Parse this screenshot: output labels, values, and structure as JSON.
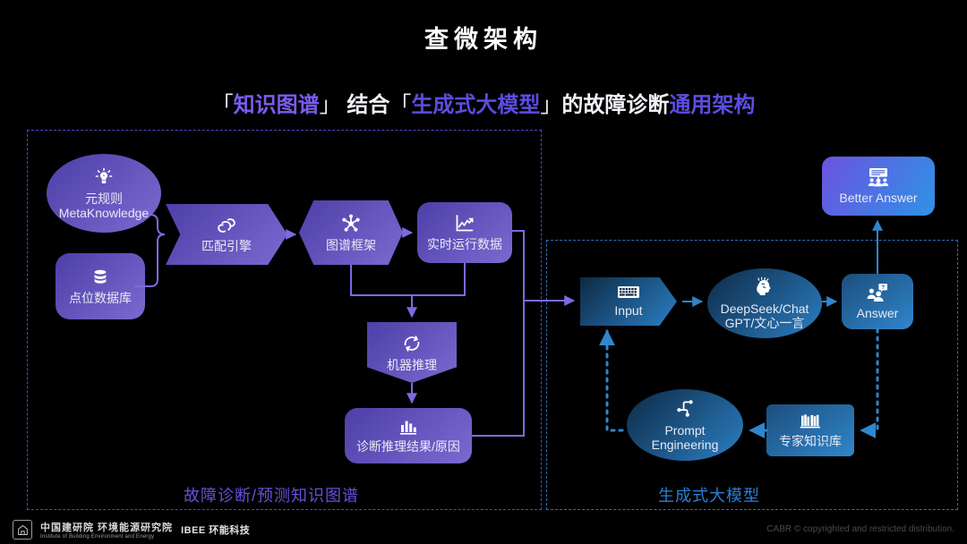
{
  "header": {
    "title": "查微架构",
    "subtitle": {
      "bracket_open_1": "「",
      "highlight_1": "知识图谱",
      "bracket_close_1": "」",
      "mid": "结合",
      "bracket_open_2": "「",
      "highlight_2": "生成式大模型",
      "bracket_close_2": "」",
      "tail": "的故障诊断",
      "highlight_3": "通用架构"
    }
  },
  "panels": {
    "left": {
      "label": "故障诊断/预测知识图谱",
      "border_color": "#5b3fd4"
    },
    "right": {
      "label": "生成式大模型",
      "border_color": "#2f6fb5"
    }
  },
  "nodes": {
    "meta_knowledge": {
      "line1": "元规则",
      "line2": "MetaKnowledge",
      "icon": "lightbulb-idea-icon",
      "shape": "ellipse",
      "color": "#5a4ab8"
    },
    "point_database": {
      "label": "点位数据库",
      "icon": "database-icon",
      "shape": "rounded-rect",
      "color": "#5a4ab8"
    },
    "match_engine": {
      "label": "匹配引擎",
      "icon": "link-chain-icon",
      "shape": "chevron",
      "color": "#5a4ab8"
    },
    "graph_framework": {
      "label": "图谱框架",
      "icon": "network-graph-icon",
      "shape": "hexagon",
      "color": "#6b5cc4"
    },
    "realtime_data": {
      "label": "实时运行数据",
      "icon": "line-chart-icon",
      "shape": "rounded-rect",
      "color": "#6b5cc4"
    },
    "machine_inference": {
      "label": "机器推理",
      "icon": "refresh-cycle-icon",
      "shape": "pentagon-down",
      "color": "#6b5cc4"
    },
    "diagnosis_result": {
      "label": "诊断推理结果/原因",
      "icon": "bar-chart-icon",
      "shape": "rounded-rect",
      "color": "#6b5cc4"
    },
    "input": {
      "label": "Input",
      "icon": "keyboard-icon",
      "shape": "arrow-right",
      "color": "#2b7fc4"
    },
    "llm": {
      "line1": "DeepSeek/Chat",
      "line2": "GPT/文心一言",
      "icon": "brain-ai-icon",
      "shape": "ellipse",
      "color": "#2b7fc4"
    },
    "answer": {
      "label": "Answer",
      "icon": "people-question-icon",
      "shape": "rounded-rect",
      "color": "#2f86cc"
    },
    "better_answer": {
      "label": "Better Answer",
      "icon": "presentation-meeting-icon",
      "shape": "rounded-rect",
      "color": "#6b53e0"
    },
    "prompt_engineering": {
      "line1": "Prompt",
      "line2": "Engineering",
      "icon": "flow-nodes-icon",
      "shape": "ellipse",
      "color": "#2b7fc4"
    },
    "expert_knowledge": {
      "label": "专家知识库",
      "icon": "books-library-icon",
      "shape": "rect",
      "color": "#2f86cc"
    }
  },
  "footer": {
    "org_cn": "中国建研院 环境能源研究院",
    "org_en": "Institute of Building Environment and Energy",
    "brand": "IBEE 环能科技",
    "copyright": "CABR © copyrighted and restricted distribution."
  }
}
